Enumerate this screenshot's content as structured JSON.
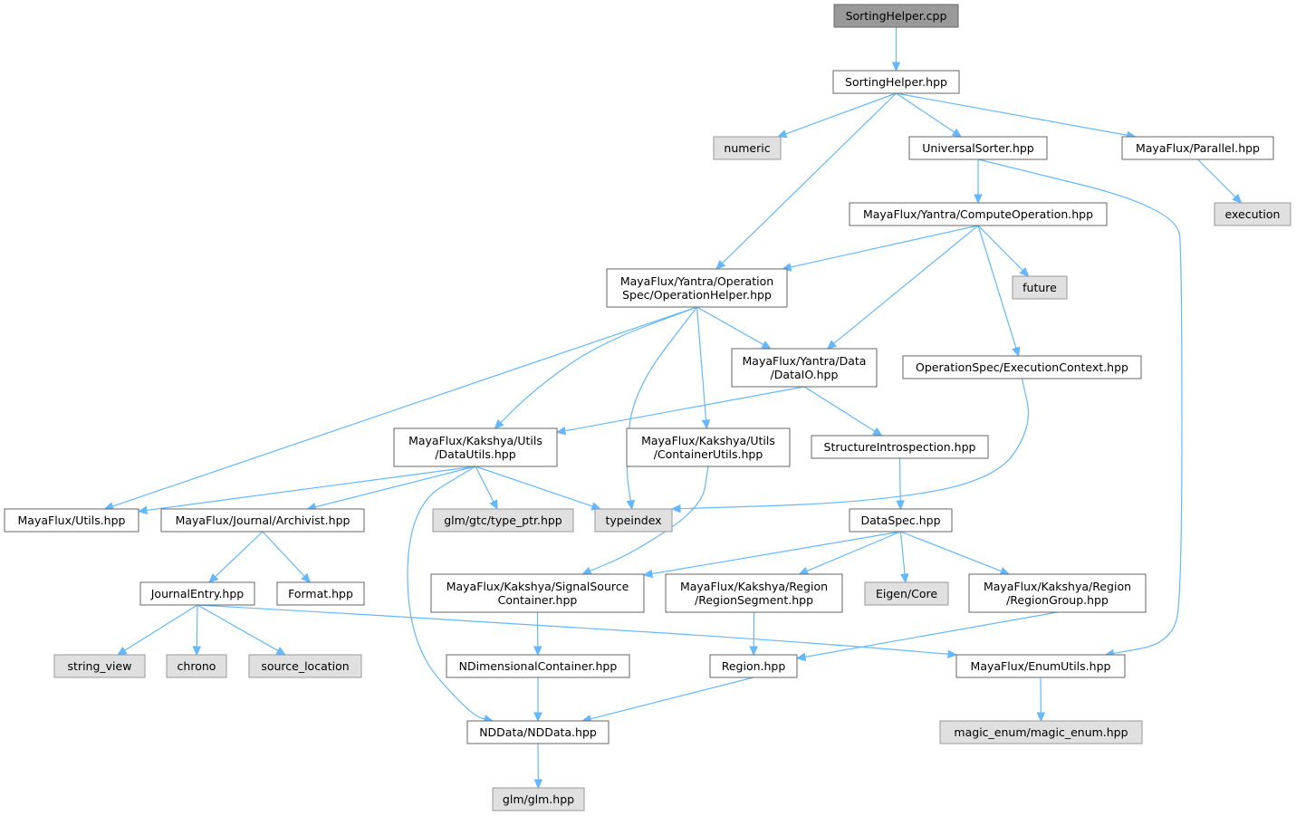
{
  "colors": {
    "root_fill": "#999999",
    "root_border": "#666666",
    "header_fill": "#ffffff",
    "header_border": "#666666",
    "system_fill": "#e0e0e0",
    "system_border": "#999999",
    "edge": "#63b8ff"
  },
  "nodes": [
    {
      "id": "n_sortingcpp",
      "kind": "root",
      "lines": [
        "SortingHelper.cpp"
      ]
    },
    {
      "id": "n_sortinghpp",
      "kind": "header",
      "lines": [
        "SortingHelper.hpp"
      ]
    },
    {
      "id": "n_numeric",
      "kind": "system",
      "lines": [
        "numeric"
      ]
    },
    {
      "id": "n_universal",
      "kind": "header",
      "lines": [
        "UniversalSorter.hpp"
      ]
    },
    {
      "id": "n_parallel",
      "kind": "header",
      "lines": [
        "MayaFlux/Parallel.hpp"
      ]
    },
    {
      "id": "n_execution",
      "kind": "system",
      "lines": [
        "execution"
      ]
    },
    {
      "id": "n_compute",
      "kind": "header",
      "lines": [
        "MayaFlux/Yantra/ComputeOperation.hpp"
      ]
    },
    {
      "id": "n_ophelper",
      "kind": "header",
      "lines": [
        "MayaFlux/Yantra/Operation",
        "Spec/OperationHelper.hpp"
      ]
    },
    {
      "id": "n_future",
      "kind": "system",
      "lines": [
        "future"
      ]
    },
    {
      "id": "n_dataio",
      "kind": "header",
      "lines": [
        "MayaFlux/Yantra/Data",
        "/DataIO.hpp"
      ]
    },
    {
      "id": "n_execctx",
      "kind": "header",
      "lines": [
        "OperationSpec/ExecutionContext.hpp"
      ]
    },
    {
      "id": "n_datautils",
      "kind": "header",
      "lines": [
        "MayaFlux/Kakshya/Utils",
        "/DataUtils.hpp"
      ]
    },
    {
      "id": "n_contutils",
      "kind": "header",
      "lines": [
        "MayaFlux/Kakshya/Utils",
        "/ContainerUtils.hpp"
      ]
    },
    {
      "id": "n_structintro",
      "kind": "header",
      "lines": [
        "StructureIntrospection.hpp"
      ]
    },
    {
      "id": "n_utils",
      "kind": "header",
      "lines": [
        "MayaFlux/Utils.hpp"
      ]
    },
    {
      "id": "n_archivist",
      "kind": "header",
      "lines": [
        "MayaFlux/Journal/Archivist.hpp"
      ]
    },
    {
      "id": "n_typeptr",
      "kind": "system",
      "lines": [
        "glm/gtc/type_ptr.hpp"
      ]
    },
    {
      "id": "n_typeindex",
      "kind": "system",
      "lines": [
        "typeindex"
      ]
    },
    {
      "id": "n_dataspec",
      "kind": "header",
      "lines": [
        "DataSpec.hpp"
      ]
    },
    {
      "id": "n_journal",
      "kind": "header",
      "lines": [
        "JournalEntry.hpp"
      ]
    },
    {
      "id": "n_format",
      "kind": "header",
      "lines": [
        "Format.hpp"
      ]
    },
    {
      "id": "n_signal",
      "kind": "header",
      "lines": [
        "MayaFlux/Kakshya/SignalSource",
        "Container.hpp"
      ]
    },
    {
      "id": "n_regseg",
      "kind": "header",
      "lines": [
        "MayaFlux/Kakshya/Region",
        "/RegionSegment.hpp"
      ]
    },
    {
      "id": "n_eigen",
      "kind": "system",
      "lines": [
        "Eigen/Core"
      ]
    },
    {
      "id": "n_reggroup",
      "kind": "header",
      "lines": [
        "MayaFlux/Kakshya/Region",
        "/RegionGroup.hpp"
      ]
    },
    {
      "id": "n_stringview",
      "kind": "system",
      "lines": [
        "string_view"
      ]
    },
    {
      "id": "n_chrono",
      "kind": "system",
      "lines": [
        "chrono"
      ]
    },
    {
      "id": "n_srcloc",
      "kind": "system",
      "lines": [
        "source_location"
      ]
    },
    {
      "id": "n_ndimcont",
      "kind": "header",
      "lines": [
        "NDimensionalContainer.hpp"
      ]
    },
    {
      "id": "n_region",
      "kind": "header",
      "lines": [
        "Region.hpp"
      ]
    },
    {
      "id": "n_enumutils",
      "kind": "header",
      "lines": [
        "MayaFlux/EnumUtils.hpp"
      ]
    },
    {
      "id": "n_magicenum",
      "kind": "system",
      "lines": [
        "magic_enum/magic_enum.hpp"
      ]
    },
    {
      "id": "n_nddata",
      "kind": "header",
      "lines": [
        "NDData/NDData.hpp"
      ]
    },
    {
      "id": "n_glm",
      "kind": "system",
      "lines": [
        "glm/glm.hpp"
      ]
    }
  ],
  "edges": [
    {
      "from": "n_sortingcpp",
      "to": "n_sortinghpp"
    },
    {
      "from": "n_sortinghpp",
      "to": "n_numeric"
    },
    {
      "from": "n_sortinghpp",
      "to": "n_ophelper"
    },
    {
      "from": "n_sortinghpp",
      "to": "n_universal"
    },
    {
      "from": "n_sortinghpp",
      "to": "n_parallel"
    },
    {
      "from": "n_parallel",
      "to": "n_execution"
    },
    {
      "from": "n_universal",
      "to": "n_compute"
    },
    {
      "from": "n_universal",
      "to": "n_enumutils"
    },
    {
      "from": "n_compute",
      "to": "n_ophelper"
    },
    {
      "from": "n_compute",
      "to": "n_dataio"
    },
    {
      "from": "n_compute",
      "to": "n_future"
    },
    {
      "from": "n_compute",
      "to": "n_execctx"
    },
    {
      "from": "n_ophelper",
      "to": "n_utils"
    },
    {
      "from": "n_ophelper",
      "to": "n_datautils"
    },
    {
      "from": "n_ophelper",
      "to": "n_typeindex"
    },
    {
      "from": "n_ophelper",
      "to": "n_contutils"
    },
    {
      "from": "n_ophelper",
      "to": "n_dataio"
    },
    {
      "from": "n_dataio",
      "to": "n_datautils"
    },
    {
      "from": "n_dataio",
      "to": "n_structintro"
    },
    {
      "from": "n_execctx",
      "to": "n_typeindex"
    },
    {
      "from": "n_datautils",
      "to": "n_utils"
    },
    {
      "from": "n_datautils",
      "to": "n_archivist"
    },
    {
      "from": "n_datautils",
      "to": "n_nddata"
    },
    {
      "from": "n_datautils",
      "to": "n_typeptr"
    },
    {
      "from": "n_datautils",
      "to": "n_typeindex"
    },
    {
      "from": "n_contutils",
      "to": "n_signal"
    },
    {
      "from": "n_structintro",
      "to": "n_dataspec"
    },
    {
      "from": "n_archivist",
      "to": "n_journal"
    },
    {
      "from": "n_archivist",
      "to": "n_format"
    },
    {
      "from": "n_dataspec",
      "to": "n_signal"
    },
    {
      "from": "n_dataspec",
      "to": "n_regseg"
    },
    {
      "from": "n_dataspec",
      "to": "n_eigen"
    },
    {
      "from": "n_dataspec",
      "to": "n_reggroup"
    },
    {
      "from": "n_journal",
      "to": "n_stringview"
    },
    {
      "from": "n_journal",
      "to": "n_chrono"
    },
    {
      "from": "n_journal",
      "to": "n_srcloc"
    },
    {
      "from": "n_journal",
      "to": "n_enumutils"
    },
    {
      "from": "n_signal",
      "to": "n_ndimcont"
    },
    {
      "from": "n_regseg",
      "to": "n_region"
    },
    {
      "from": "n_reggroup",
      "to": "n_region"
    },
    {
      "from": "n_ndimcont",
      "to": "n_nddata"
    },
    {
      "from": "n_region",
      "to": "n_nddata"
    },
    {
      "from": "n_enumutils",
      "to": "n_magicenum"
    },
    {
      "from": "n_nddata",
      "to": "n_glm"
    }
  ]
}
